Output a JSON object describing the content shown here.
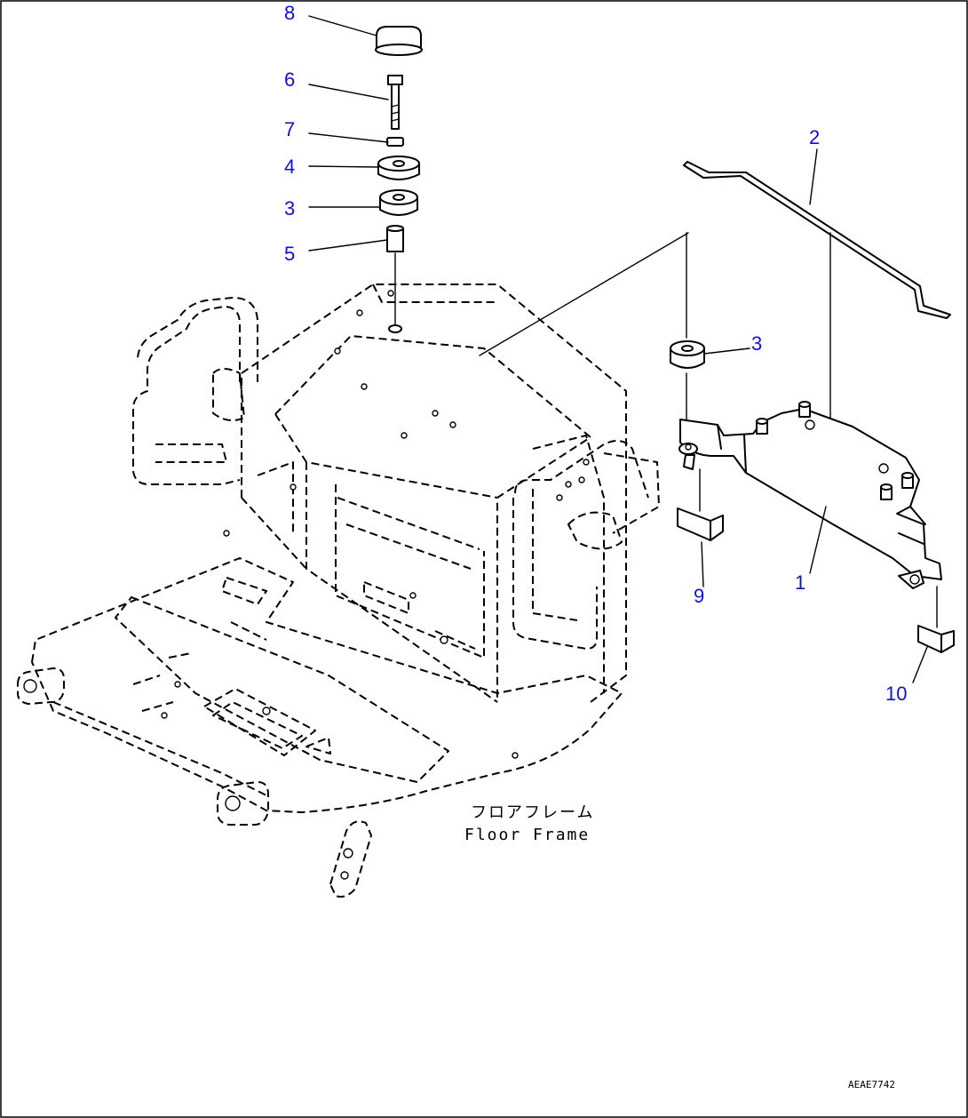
{
  "callouts": {
    "c8": "8",
    "c6": "6",
    "c7": "7",
    "c4": "4",
    "c3a": "3",
    "c5": "5",
    "c2": "2",
    "c3b": "3",
    "c9": "9",
    "c1": "1",
    "c10": "10"
  },
  "caption": {
    "jp": "フロアフレーム",
    "en": "Floor Frame"
  },
  "drawing_code": "AEAE7742"
}
